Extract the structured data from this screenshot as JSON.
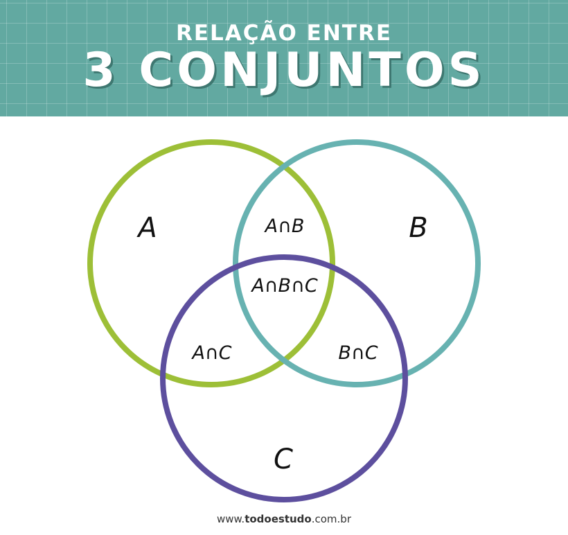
{
  "header": {
    "subtitle": "RELAÇÃO ENTRE",
    "title": "3 CONJUNTOS"
  },
  "diagram": {
    "sets": [
      {
        "name": "A",
        "color": "#9dbf37"
      },
      {
        "name": "B",
        "color": "#67b2b1"
      },
      {
        "name": "C",
        "color": "#5d4f9e"
      }
    ],
    "regions": {
      "a": "A",
      "b": "B",
      "c": "C",
      "ab": "A∩B",
      "ac": "A∩C",
      "bc": "B∩C",
      "abc": "A∩B∩C"
    }
  },
  "footer": {
    "prefix": "www.",
    "brand": "todoestudo",
    "suffix": ".com.br"
  }
}
